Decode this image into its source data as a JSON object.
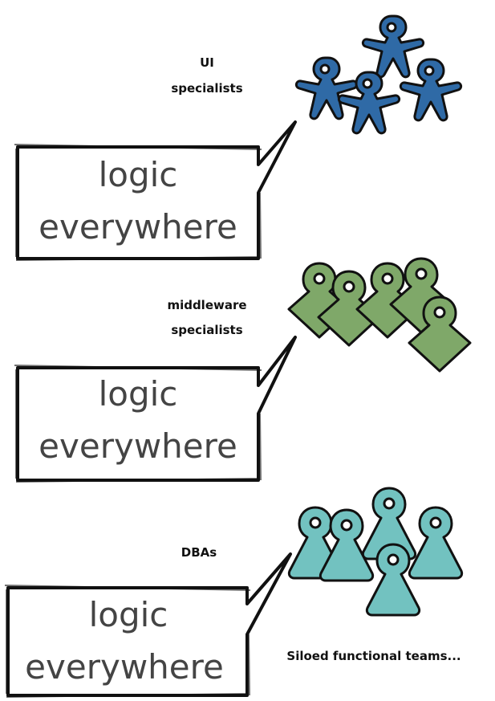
{
  "groups": [
    {
      "label_lines": [
        "UI",
        "specialists"
      ],
      "bubble_lines": [
        "logic",
        "everywhere"
      ],
      "color": "#2f6aa6",
      "shape": "star-person"
    },
    {
      "label_lines": [
        "middleware",
        "specialists"
      ],
      "bubble_lines": [
        "logic",
        "everywhere"
      ],
      "color": "#7fa869",
      "shape": "diamond-person"
    },
    {
      "label_lines": [
        "DBAs"
      ],
      "bubble_lines": [
        "logic",
        "everywhere"
      ],
      "color": "#72c2c0",
      "shape": "pawn-person"
    }
  ],
  "caption": "Siloed functional teams...",
  "outline_color": "#111111"
}
